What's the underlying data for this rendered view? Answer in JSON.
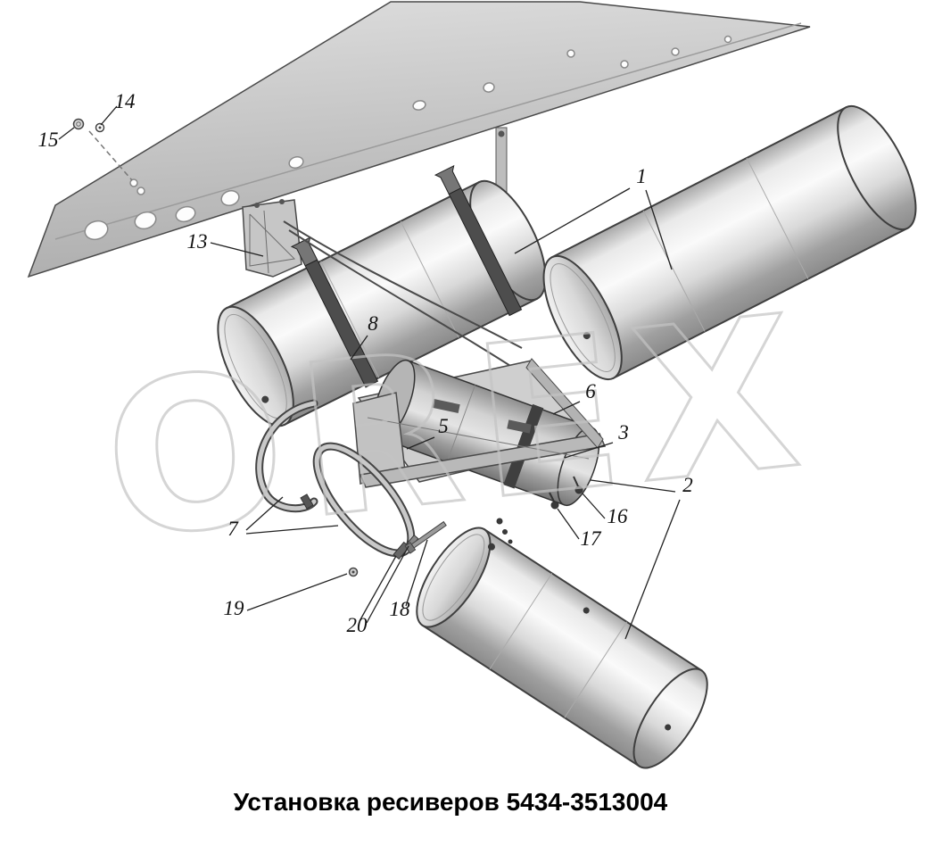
{
  "caption": "Установка ресиверов 5434-3513004",
  "watermark": "OREX",
  "colors": {
    "ink": "#111111",
    "line": "#222222",
    "watermark": "#c4c4c4",
    "rail": "#c6c6c6",
    "metal_dark": "#4d4d4d"
  },
  "callouts": {
    "c1": {
      "label": "1"
    },
    "c2": {
      "label": "2"
    },
    "c3": {
      "label": "3"
    },
    "c5": {
      "label": "5"
    },
    "c6": {
      "label": "6"
    },
    "c7": {
      "label": "7"
    },
    "c8": {
      "label": "8"
    },
    "c13": {
      "label": "13"
    },
    "c14": {
      "label": "14"
    },
    "c15": {
      "label": "15"
    },
    "c16": {
      "label": "16"
    },
    "c17": {
      "label": "17"
    },
    "c18": {
      "label": "18"
    },
    "c19": {
      "label": "19"
    },
    "c20": {
      "label": "20"
    }
  }
}
